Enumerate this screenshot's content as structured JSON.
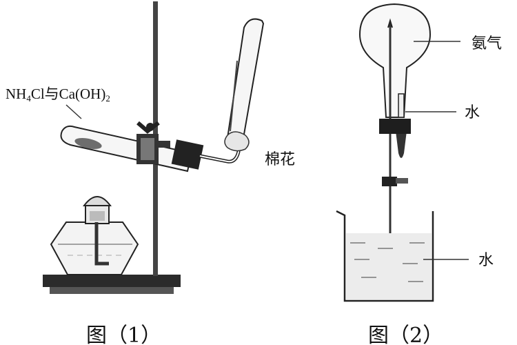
{
  "figure1": {
    "caption": "图（1）",
    "reagent_label_main": "NH",
    "reagent_label_sub4": "4",
    "reagent_label_mid": "Cl与Ca(OH)",
    "reagent_label_sub2": "2",
    "cotton_label": "棉花"
  },
  "figure2": {
    "caption": "图（2）",
    "gas_label": "氨气",
    "water_top_label": "水",
    "water_beaker_label": "水"
  }
}
